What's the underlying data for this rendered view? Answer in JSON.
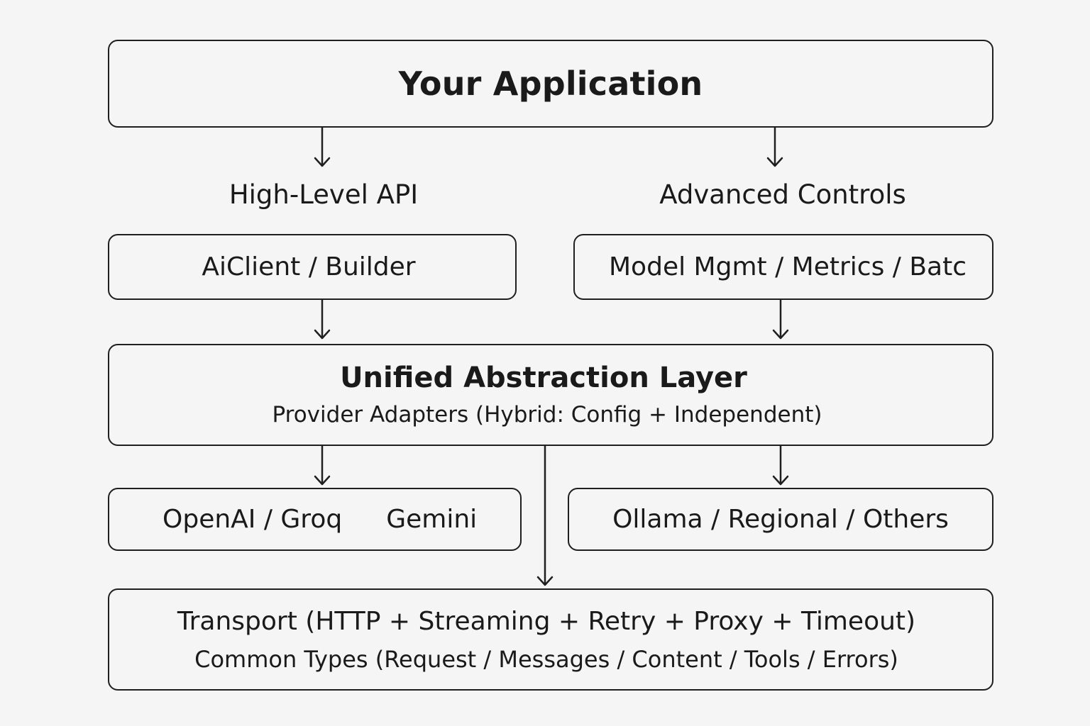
{
  "app": {
    "title": "Your Application"
  },
  "labels": {
    "high_level_api": "High-Level API",
    "advanced_controls": "Advanced Controls"
  },
  "boxes": {
    "aiclient_builder": "AiClient / Builder",
    "model_mgmt": "Model Mgmt / Metrics / Batc"
  },
  "unified_layer": {
    "title": "Unified Abstraction Layer",
    "subtitle": "Provider Adapters (Hybrid: Config + Independent)"
  },
  "providers": {
    "openai_groq": "OpenAI / Groq",
    "gemini": "Gemini",
    "others": "Ollama / Regional / Others"
  },
  "transport": {
    "title": "Transport (HTTP + Streaming + Retry + Proxy + Timeout)",
    "subtitle": "Common Types (Request / Messages / Content / Tools / Errors)"
  },
  "colors": {
    "stroke": "#1f1f1f",
    "background": "#f5f5f5",
    "text": "#1a1a1a"
  }
}
